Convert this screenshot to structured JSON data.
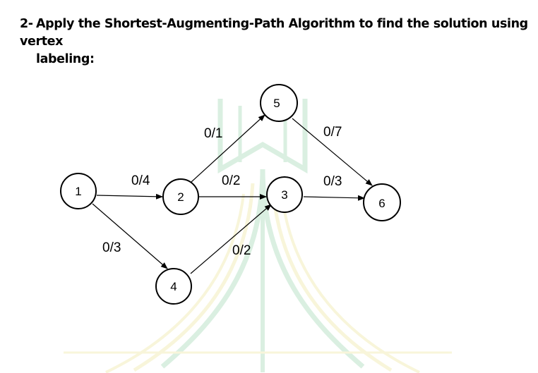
{
  "question": {
    "number": "2-",
    "text_line1": "Apply the Shortest-Augmenting-Path Algorithm to find the solution using vertex",
    "text_line2": "labeling:"
  },
  "graph": {
    "nodes": [
      {
        "id": "n1",
        "label": "1"
      },
      {
        "id": "n2",
        "label": "2"
      },
      {
        "id": "n3",
        "label": "3"
      },
      {
        "id": "n4",
        "label": "4"
      },
      {
        "id": "n5",
        "label": "5"
      },
      {
        "id": "n6",
        "label": "6"
      }
    ],
    "edges": [
      {
        "from": "1",
        "to": "2",
        "label": "0/4"
      },
      {
        "from": "1",
        "to": "4",
        "label": "0/3"
      },
      {
        "from": "2",
        "to": "5",
        "label": "0/1"
      },
      {
        "from": "2",
        "to": "3",
        "label": "0/2"
      },
      {
        "from": "4",
        "to": "3",
        "label": "0/2"
      },
      {
        "from": "5",
        "to": "6",
        "label": "0/7"
      },
      {
        "from": "3",
        "to": "6",
        "label": "0/3"
      }
    ]
  }
}
